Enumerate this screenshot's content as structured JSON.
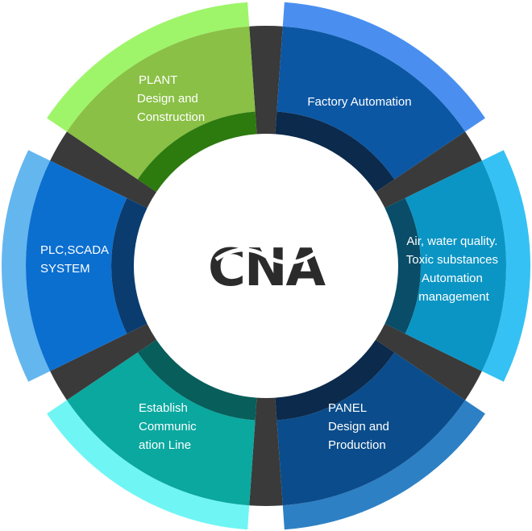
{
  "logo": {
    "text": "CNA"
  },
  "segments": [
    {
      "id": "factory",
      "lines": [
        "Factory Automation"
      ],
      "colors": {
        "outer": "#4a8ff0",
        "main": "#0c57a3",
        "inner": "#0b2a4c"
      }
    },
    {
      "id": "environment",
      "lines": [
        "Air, water quality.",
        "Toxic substances",
        "Automation",
        "management"
      ],
      "colors": {
        "outer": "#35c1f4",
        "main": "#0b95c4",
        "inner": "#094d68"
      }
    },
    {
      "id": "panel",
      "lines": [
        "PANEL",
        "Design and",
        "Production"
      ],
      "colors": {
        "outer": "#2e80c4",
        "main": "#0b4d8c",
        "inner": "#0b2a4c"
      }
    },
    {
      "id": "communication",
      "lines": [
        "Establish",
        "Communic",
        "ation Line"
      ],
      "colors": {
        "outer": "#70f5f5",
        "main": "#0aa89f",
        "inner": "#075e5a"
      }
    },
    {
      "id": "plc",
      "lines": [
        "PLC,SCADA",
        "SYSTEM"
      ],
      "colors": {
        "outer": "#64b6ef",
        "main": "#0b6fd0",
        "inner": "#0b3c6f"
      }
    },
    {
      "id": "plant",
      "lines": [
        "PLANT",
        "Design and",
        "Construction"
      ],
      "colors": {
        "outer": "#9ef56a",
        "main": "#8ac045",
        "inner": "#2d7a0f"
      }
    }
  ],
  "separator_color": "#3a3a3a"
}
